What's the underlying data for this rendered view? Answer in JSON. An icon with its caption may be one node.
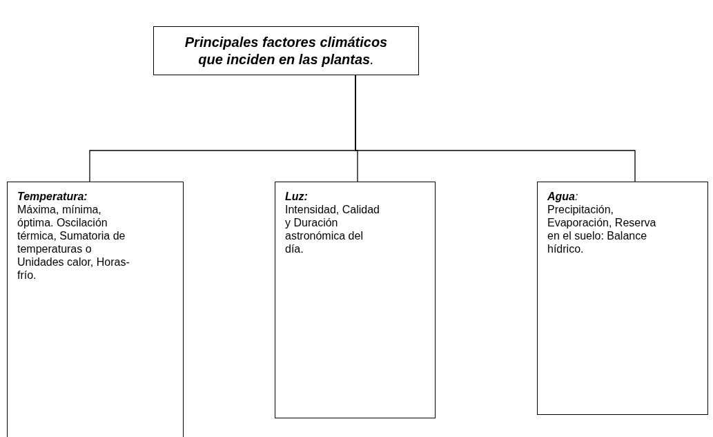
{
  "diagram": {
    "nodes": [
      {
        "text": [
          "**Principales factores climáticos que inciden en las plantas**."
        ]
      },
      {
        "text": [
          "**Temperatura:**",
          "Máxima, mínima, óptima. Oscilación térmica, Sumatoria de temperaturas o Unidades calor, Horas-frío."
        ]
      },
      {
        "text": [
          "**Luz:**",
          "Intensidad, Calidad y Duración astronómica del día."
        ]
      },
      {
        "text": [
          "**Agua**:",
          "Precipitación, Evaporación, Reserva en el suelo: Balance hídrico."
        ]
      }
    ],
    "edges": [
      {
        "from": 0,
        "to": 1,
        "arrow": "none"
      },
      {
        "from": 0,
        "to": 2,
        "arrow": "none"
      },
      {
        "from": 0,
        "to": 3,
        "arrow": "none"
      }
    ]
  }
}
